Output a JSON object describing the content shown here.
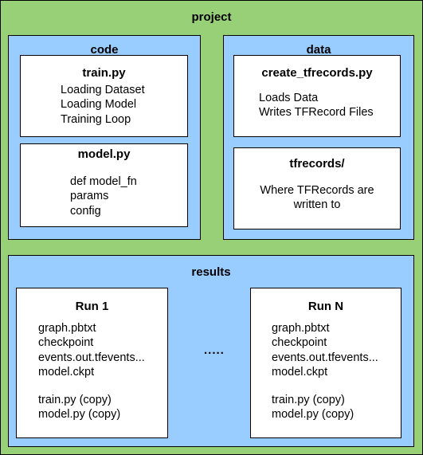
{
  "project": {
    "title": "project"
  },
  "code": {
    "title": "code",
    "train": {
      "title": "train.py",
      "lines": [
        "Loading Dataset",
        "Loading Model",
        "Training Loop"
      ]
    },
    "model": {
      "title": "model.py",
      "lines": [
        "def model_fn",
        "params",
        "config"
      ]
    }
  },
  "data": {
    "title": "data",
    "create": {
      "title": "create_tfrecords.py",
      "lines": [
        "Loads Data",
        "Writes TFRecord Files"
      ]
    },
    "tfrecords": {
      "title": "tfrecords/",
      "lines": [
        "Where TFRecords are",
        "written to"
      ]
    }
  },
  "results": {
    "title": "results",
    "ellipsis": ".....",
    "runs": [
      {
        "title": "Run 1",
        "files": [
          "graph.pbtxt",
          "checkpoint",
          "events.out.tfevents...",
          "model.ckpt"
        ],
        "copies": [
          "train.py (copy)",
          "model.py (copy)"
        ]
      },
      {
        "title": "Run N",
        "files": [
          "graph.pbtxt",
          "checkpoint",
          "events.out.tfevents...",
          "model.ckpt"
        ],
        "copies": [
          "train.py (copy)",
          "model.py (copy)"
        ]
      }
    ]
  }
}
